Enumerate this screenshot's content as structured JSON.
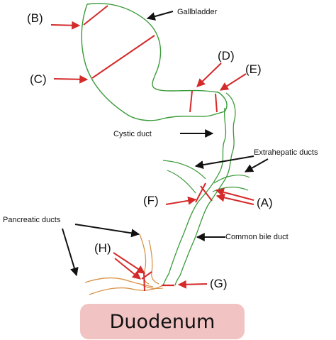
{
  "organs": {
    "gallbladder": "Gallbladder",
    "cystic_duct": "Cystic duct",
    "extrahepatic_ducts": "Extrahepatic ducts",
    "common_bile_duct": "Common bile duct",
    "pancreatic_ducts": "Pancreatic ducts",
    "duodenum": "Duodenum"
  },
  "markers": {
    "a": "(A)",
    "b": "(B)",
    "c": "(C)",
    "d": "(D)",
    "e": "(E)",
    "f": "(F)",
    "g": "(G)",
    "h": "(H)"
  },
  "colors": {
    "duct_outline": "#3a9a3a",
    "pancreatic_outline": "#d9934a",
    "cut_line": "#d42a2a",
    "pointer_arrow": "#111111",
    "duodenum_fill": "#f2c3c3"
  }
}
